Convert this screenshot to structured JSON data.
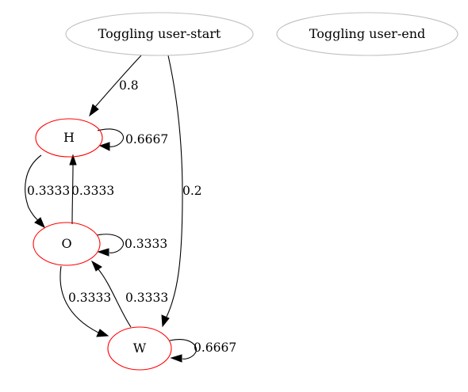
{
  "diagram": {
    "type": "directed-graph",
    "nodes": [
      {
        "id": "start",
        "label": "Toggling user-start",
        "outline_color": "#c0c0c0"
      },
      {
        "id": "end",
        "label": "Toggling user-end",
        "outline_color": "#c0c0c0"
      },
      {
        "id": "H",
        "label": "H",
        "outline_color": "#ff0000"
      },
      {
        "id": "O",
        "label": "O",
        "outline_color": "#ff0000"
      },
      {
        "id": "W",
        "label": "W",
        "outline_color": "#ff0000"
      }
    ],
    "edges": [
      {
        "id": "start-H",
        "from": "start",
        "to": "H",
        "label": "0.8"
      },
      {
        "id": "start-W",
        "from": "start",
        "to": "W",
        "label": "0.2"
      },
      {
        "id": "H-H",
        "from": "H",
        "to": "H",
        "label": "0.6667"
      },
      {
        "id": "H-O",
        "from": "H",
        "to": "O",
        "label": "0.3333"
      },
      {
        "id": "O-H",
        "from": "O",
        "to": "H",
        "label": "0.3333"
      },
      {
        "id": "O-O",
        "from": "O",
        "to": "O",
        "label": "0.3333"
      },
      {
        "id": "O-W",
        "from": "O",
        "to": "W",
        "label": "0.3333"
      },
      {
        "id": "W-O",
        "from": "W",
        "to": "O",
        "label": "0.3333"
      },
      {
        "id": "W-W",
        "from": "W",
        "to": "W",
        "label": "0.6667"
      }
    ],
    "edge_color": "#000000"
  }
}
